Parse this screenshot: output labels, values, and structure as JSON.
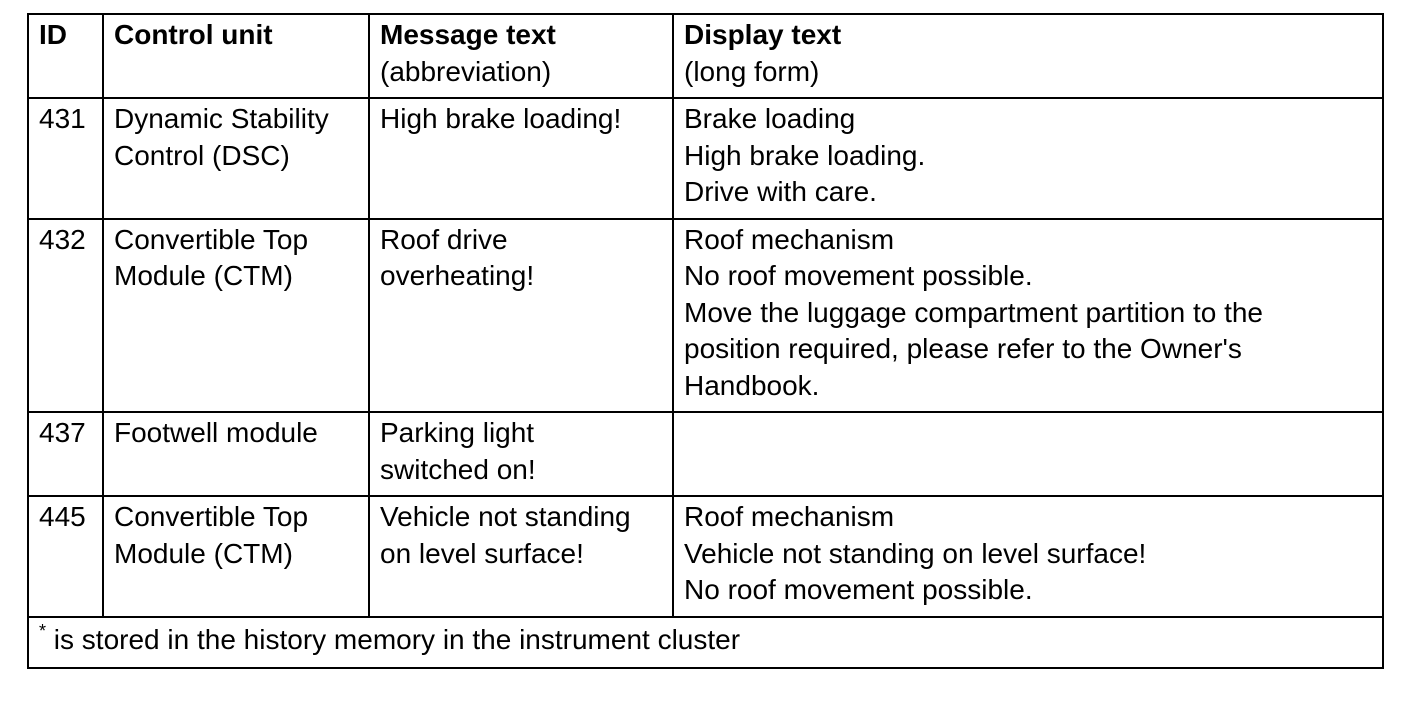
{
  "headers": [
    {
      "bold": "ID",
      "sub": ""
    },
    {
      "bold": "Control unit",
      "sub": ""
    },
    {
      "bold": "Message text",
      "sub": "(abbreviation)"
    },
    {
      "bold": "Display text",
      "sub": "(long form)"
    }
  ],
  "rows": [
    {
      "id": "431",
      "control_unit": [
        "Dynamic Stability",
        "Control (DSC)"
      ],
      "message": [
        "High brake loading!"
      ],
      "display": [
        "Brake loading",
        "High brake loading.",
        "Drive with care."
      ]
    },
    {
      "id": "432",
      "control_unit": [
        "Convertible Top",
        "Module (CTM)"
      ],
      "message": [
        "Roof drive",
        "overheating!"
      ],
      "display": [
        "Roof mechanism",
        "No roof movement possible.",
        "Move the luggage compartment partition to the",
        "position required, please refer to the Owner's",
        "Handbook."
      ]
    },
    {
      "id": "437",
      "control_unit": [
        "Footwell module"
      ],
      "message": [
        "Parking light",
        "switched on!"
      ],
      "display": []
    },
    {
      "id": "445",
      "control_unit": [
        "Convertible Top",
        "Module (CTM)"
      ],
      "message": [
        "Vehicle not standing",
        "on level surface!"
      ],
      "display": [
        "Roof mechanism",
        "Vehicle not standing on level surface!",
        "No roof movement possible."
      ]
    }
  ],
  "footnote": {
    "marker": "*",
    "text": " is stored in the history memory in the instrument cluster"
  }
}
